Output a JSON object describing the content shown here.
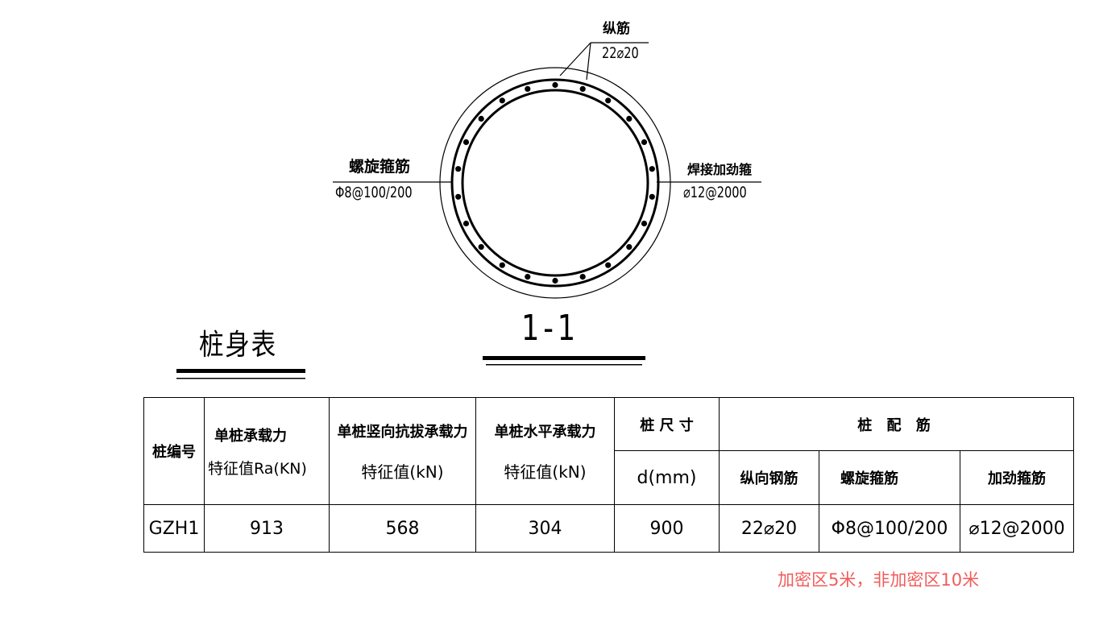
{
  "section": {
    "title": "1-1",
    "longitudinal_bar": {
      "label": "纵筋",
      "spec": "22⌀20"
    },
    "spiral_stirrup": {
      "label": "螺旋箍筋",
      "spec": "Φ8@100/200"
    },
    "welded_stiffener": {
      "label": "焊接加劲箍",
      "spec": "⌀12@2000"
    },
    "bar_count": 22
  },
  "table": {
    "title": "桩身表",
    "headers": {
      "pile_id": "桩编号",
      "bearing_line1": "单桩承载力",
      "bearing_line2": "特征值Ra(KN)",
      "uplift_line1": "单桩竖向抗拔承载力",
      "uplift_line2": "特征值(kN)",
      "horizontal_line1": "单桩水平承载力",
      "horizontal_line2": "特征值(kN)",
      "size_line1": "桩 尺 寸",
      "size_line2": "d(mm)",
      "reinforcement": "桩 配 筋",
      "longitudinal": "纵向钢筋",
      "spiral": "螺旋箍筋",
      "stiffener": "加劲箍筋"
    },
    "rows": [
      {
        "pile_id": "GZH1",
        "bearing": "913",
        "uplift": "568",
        "horizontal": "304",
        "diameter": "900",
        "longitudinal": "22⌀20",
        "spiral": "Φ8@100/200",
        "stiffener": "⌀12@2000"
      }
    ]
  },
  "note": {
    "text": "加密区5米，非加密区10米",
    "color": "#f25b5b"
  }
}
